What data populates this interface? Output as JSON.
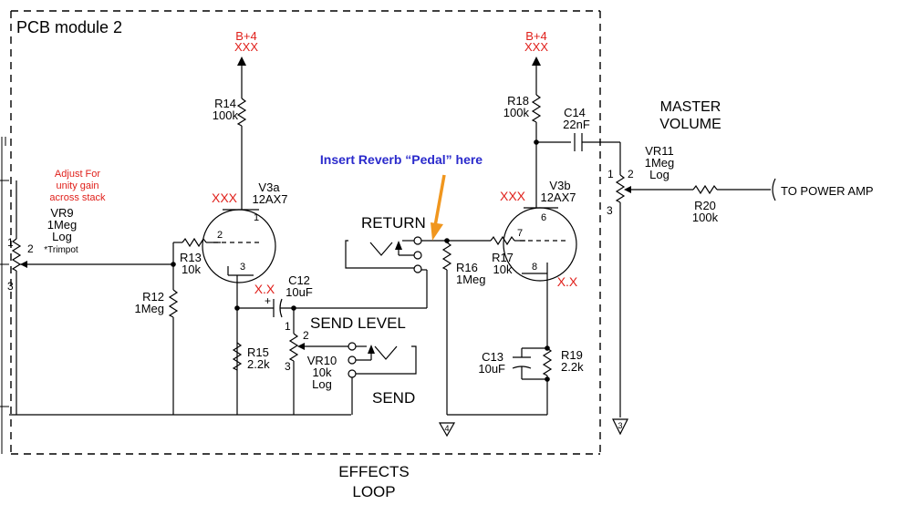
{
  "module_title": "PCB module 2",
  "section_label_line1": "EFFECTS",
  "section_label_line2": "LOOP",
  "insert_note": "Insert Reverb “Pedal” here",
  "colors": {
    "warning_red": "#e0201b",
    "note_blue": "#2a2acc",
    "arrow_orange": "#f0961e"
  },
  "supplies": [
    {
      "line1": "B+4",
      "line2": "XXX"
    },
    {
      "line1": "B+4",
      "line2": "XXX"
    }
  ],
  "resistors": {
    "r14": {
      "ref": "R14",
      "value": "100k"
    },
    "r13": {
      "ref": "R13",
      "value": "10k"
    },
    "r12": {
      "ref": "R12",
      "value": "1Meg"
    },
    "r15": {
      "ref": "R15",
      "value": "2.2k"
    },
    "r16": {
      "ref": "R16",
      "value": "1Meg"
    },
    "r17": {
      "ref": "R17",
      "value": "10k"
    },
    "r18": {
      "ref": "R18",
      "value": "100k"
    },
    "r19": {
      "ref": "R19",
      "value": "2.2k"
    },
    "r20": {
      "ref": "R20",
      "value": "100k"
    }
  },
  "capacitors": {
    "c12": {
      "ref": "C12",
      "value": "10uF",
      "plus": "+"
    },
    "c13": {
      "ref": "C13",
      "value": "10uF"
    },
    "c14": {
      "ref": "C14",
      "value": "22nF"
    }
  },
  "tubes": {
    "v3a": {
      "ref": "V3a",
      "type": "12AX7",
      "voltage": "XXX",
      "cathode_voltage": "X.X",
      "pins": [
        "1",
        "2",
        "3"
      ]
    },
    "v3b": {
      "ref": "V3b",
      "type": "12AX7",
      "voltage": "XXX",
      "cathode_voltage": "X.X",
      "pins": [
        "6",
        "7",
        "8"
      ]
    }
  },
  "pots": {
    "vr9": {
      "note_lines": [
        "Adjust For",
        "unity gain",
        "across stack"
      ],
      "ref": "VR9",
      "value": "1Meg",
      "taper": "Log",
      "extra": "*Trimpot",
      "pins": [
        "1",
        "2",
        "3"
      ]
    },
    "vr10": {
      "ref": "VR10",
      "value": "10k",
      "taper": "Log",
      "pins": [
        "1",
        "2",
        "3"
      ]
    },
    "vr11": {
      "ref": "VR11",
      "value": "1Meg",
      "taper": "Log",
      "pins": [
        "1",
        "2",
        "3"
      ],
      "title_line1": "MASTER",
      "title_line2": "VOLUME"
    }
  },
  "jacks": {
    "return": "RETURN",
    "send": "SEND",
    "send_level": "SEND LEVEL"
  },
  "output_label": "TO POWER AMP",
  "ground_refs": [
    "4",
    "3"
  ]
}
